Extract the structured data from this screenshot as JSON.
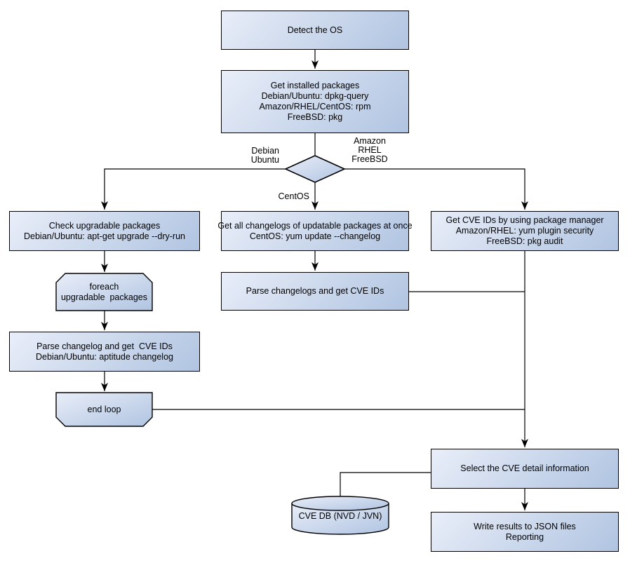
{
  "diagram": {
    "colors": {
      "background": "#ffffff",
      "node_fill_start": "#e9eef9",
      "node_fill_end": "#b0c4e1",
      "stroke": "#000000"
    },
    "nodes": {
      "detect_os": {
        "lines": [
          "Detect the OS"
        ]
      },
      "get_installed_packages": {
        "lines": [
          "Get installed packages",
          "Debian/Ubuntu: dpkg-query",
          "Amazon/RHEL/CentOS: rpm",
          "FreeBSD: pkg"
        ]
      },
      "check_upgradable_packages": {
        "lines": [
          "Check upgradable packages",
          "Debian/Ubuntu: apt-get upgrade --dry-run"
        ]
      },
      "foreach_loop_start": {
        "lines": [
          "foreach",
          "upgradable  packages"
        ]
      },
      "parse_changelog_debian": {
        "lines": [
          "Parse changelog and get  CVE IDs",
          "Debian/Ubuntu: aptitude changelog"
        ]
      },
      "end_loop": {
        "lines": [
          "end loop"
        ]
      },
      "get_all_changelogs": {
        "lines": [
          "Get all changelogs of updatable packages at once",
          "CentOS: yum update --changelog"
        ]
      },
      "parse_changelogs_centos": {
        "lines": [
          "Parse changelogs and get CVE IDs"
        ]
      },
      "get_cve_ids_package_manager": {
        "lines": [
          "Get CVE IDs by using package manager",
          "Amazon/RHEL: yum plugin security",
          "FreeBSD: pkg audit"
        ]
      },
      "select_cve_detail": {
        "lines": [
          "Select the CVE detail information"
        ]
      },
      "write_results": {
        "lines": [
          "Write results to JSON files",
          "Reporting"
        ]
      },
      "cve_db": {
        "lines": [
          "CVE DB (NVD / JVN)"
        ]
      }
    },
    "edge_labels": {
      "debian_ubuntu": {
        "lines": [
          "Debian",
          "Ubuntu"
        ]
      },
      "amazon_rhel_freebsd": {
        "lines": [
          "Amazon",
          "RHEL",
          "FreeBSD"
        ]
      },
      "centos": {
        "lines": [
          "CentOS"
        ]
      }
    }
  }
}
